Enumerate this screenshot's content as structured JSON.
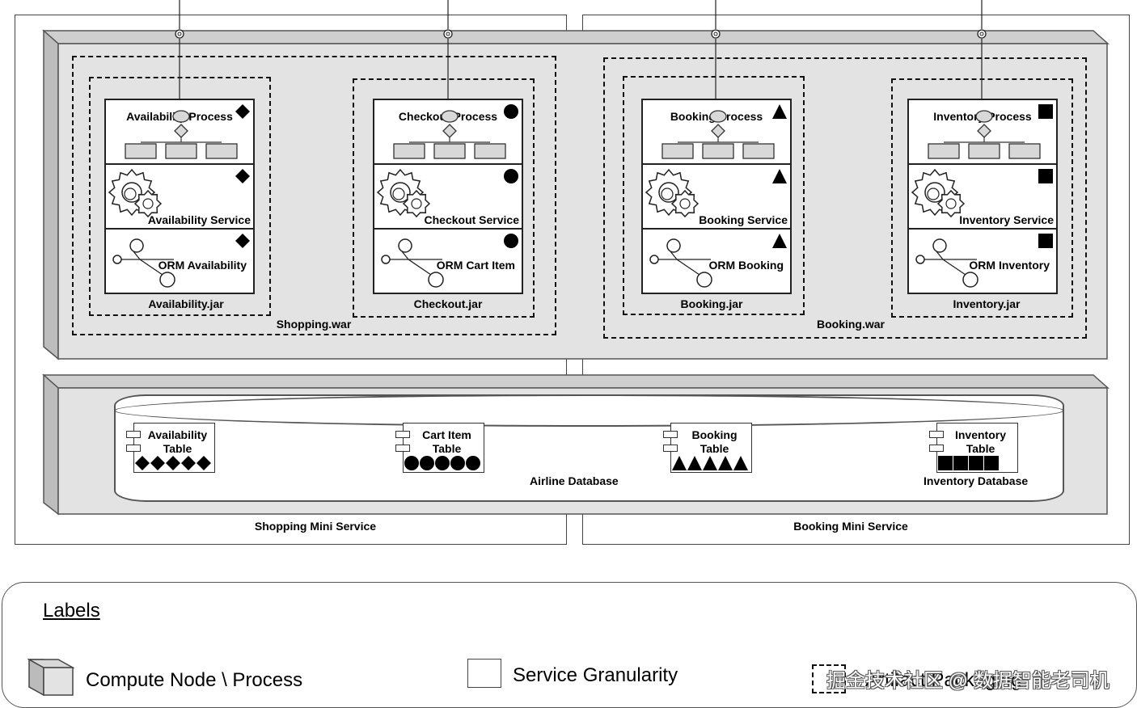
{
  "shopping_mini": {
    "label": "Shopping Mini Service"
  },
  "booking_mini": {
    "label": "Booking Mini Service"
  },
  "wars": [
    {
      "label": "Shopping.war"
    },
    {
      "label": "Booking.war"
    }
  ],
  "services": [
    {
      "process": "Availability Process",
      "service": "Availability Service",
      "orm": "ORM Availability",
      "jar": "Availability.jar",
      "symbol": "diamond"
    },
    {
      "process": "Checkout Process",
      "service": "Checkout Service",
      "orm": "ORM Cart Item",
      "jar": "Checkout.jar",
      "symbol": "circle"
    },
    {
      "process": "Booking Process",
      "service": "Booking Service",
      "orm": "ORM Booking",
      "jar": "Booking.jar",
      "symbol": "triangle"
    },
    {
      "process": "Inventory Process",
      "service": "Inventory Service",
      "orm": "ORM Inventory",
      "jar": "Inventory.jar",
      "symbol": "square"
    }
  ],
  "database": {
    "airline_label": "Airline Database",
    "inventory_label": "Inventory Database",
    "tables": [
      {
        "line1": "Availability",
        "line2": "Table",
        "symbol": "diamond"
      },
      {
        "line1": "Cart Item",
        "line2": "Table",
        "symbol": "circle"
      },
      {
        "line1": "Booking",
        "line2": "Table",
        "symbol": "triangle"
      },
      {
        "line1": "Inventory",
        "line2": "Table",
        "symbol": "square"
      }
    ]
  },
  "legend": {
    "title": "Labels",
    "items": [
      {
        "icon": "compute-node-icon",
        "label": "Compute Node \\ Process"
      },
      {
        "icon": "service-granularity-icon",
        "label": "Service Granularity"
      },
      {
        "icon": "artifact-packaging-icon",
        "label": "Artifact Packaging"
      }
    ],
    "watermark": "掘金技术社区 @ 数据智能老司机"
  }
}
